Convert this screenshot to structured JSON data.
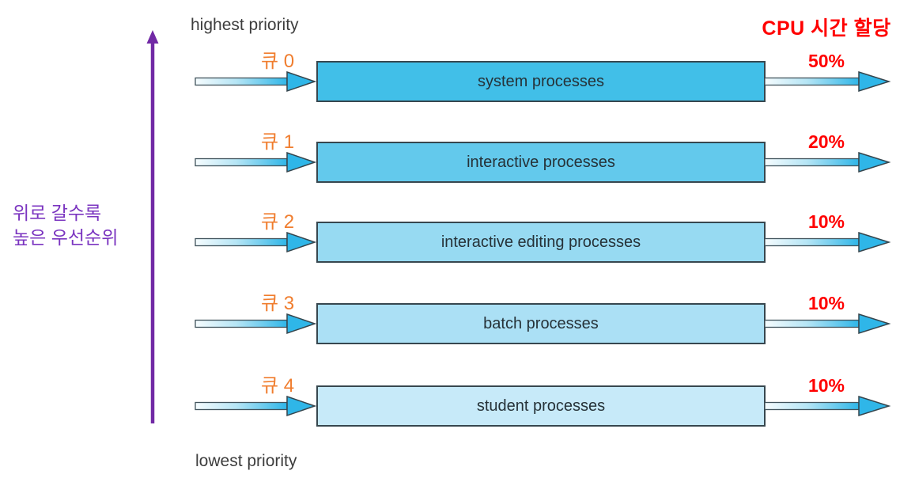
{
  "header": {
    "cpu_allocation_title": "CPU 시간 할당"
  },
  "axis": {
    "top_label": "highest priority",
    "bottom_label": "lowest priority",
    "side_label_line1": "위로 갈수록",
    "side_label_line2": "높은 우선순위"
  },
  "queues": [
    {
      "label": "큐 0",
      "name": "system processes",
      "cpu_share": "50%",
      "fill": "#41bfe8"
    },
    {
      "label": "큐 1",
      "name": "interactive processes",
      "cpu_share": "20%",
      "fill": "#63c9ec"
    },
    {
      "label": "큐 2",
      "name": "interactive editing processes",
      "cpu_share": "10%",
      "fill": "#97daf2"
    },
    {
      "label": "큐 3",
      "name": "batch processes",
      "cpu_share": "10%",
      "fill": "#abe0f5"
    },
    {
      "label": "큐 4",
      "name": "student processes",
      "cpu_share": "10%",
      "fill": "#c7eaf9"
    }
  ],
  "colors": {
    "queue_label_orange": "#f07d2e",
    "cpu_red": "#ff0000",
    "axis_purple_line": "#7129a5",
    "axis_purple_text": "#7b35c0",
    "box_border": "#37474f",
    "arrow_border": "#41535c",
    "arrow_gradient_start": "#f6fcfe",
    "arrow_gradient_end": "#2fb6e8",
    "priority_text": "#3d3d3d"
  }
}
